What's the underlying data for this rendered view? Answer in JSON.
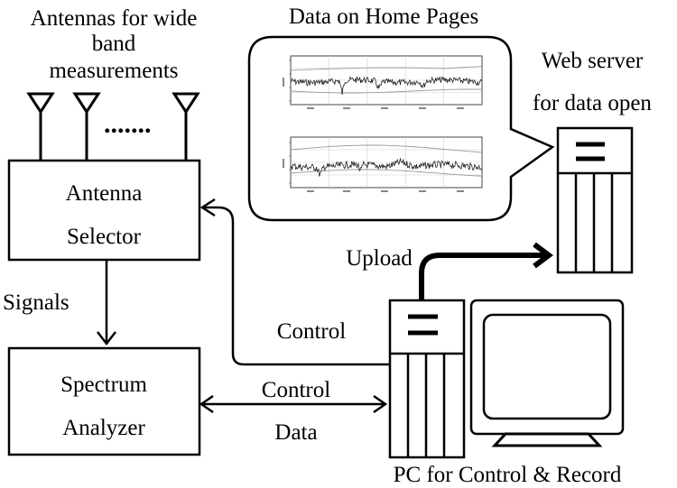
{
  "labels": {
    "antennas_line1": "Antennas for wide",
    "antennas_line2": "band",
    "antennas_line3": "measurements",
    "dots": ".......",
    "data_on_home_pages": "Data on Home Pages",
    "web_server_line1": "Web server",
    "web_server_line2": "for data open",
    "antenna_selector_line1": "Antenna",
    "antenna_selector_line2": "Selector",
    "signals": "Signals",
    "upload": "Upload",
    "control_upper": "Control",
    "control_lower": "Control",
    "data": "Data",
    "spectrum_analyzer_line1": "Spectrum",
    "spectrum_analyzer_line2": "Analyzer",
    "pc_caption": "PC for Control & Record"
  }
}
